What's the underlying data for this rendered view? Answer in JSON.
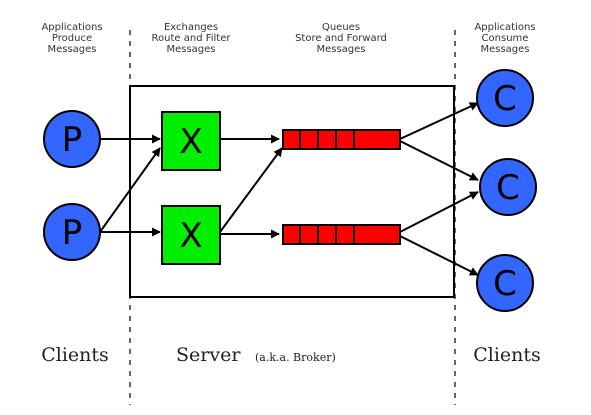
{
  "captions": {
    "producers": [
      "Applications",
      "Produce",
      "Messages"
    ],
    "exchanges": [
      "Exchanges",
      "Route and Filter",
      "Messages"
    ],
    "queues": [
      "Queues",
      "Store and Forward",
      "Messages"
    ],
    "consumers": [
      "Applications",
      "Consume",
      "Messages"
    ]
  },
  "nodes": {
    "producer_letter": "P",
    "exchange_letter": "X",
    "consumer_letter": "C"
  },
  "labels": {
    "clients_left": "Clients",
    "server": "Server",
    "server_note": "(a.k.a. Broker)",
    "clients_right": "Clients"
  },
  "colors": {
    "producer_fill": "#3366ff",
    "consumer_fill": "#3366ff",
    "exchange_fill": "#00ee00",
    "queue_fill": "#ff0000",
    "stroke": "#000000"
  }
}
